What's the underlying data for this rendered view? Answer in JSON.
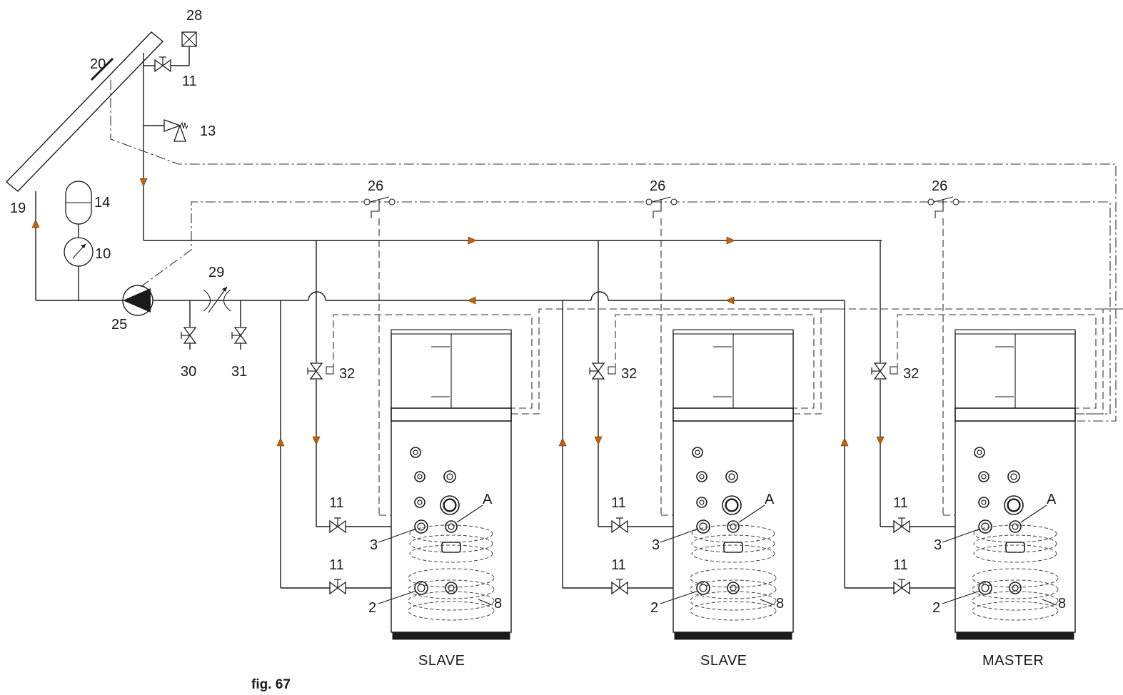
{
  "labels": {
    "collector": "19",
    "collector_sensor": "20",
    "air_vent": "28",
    "top_valve": "11",
    "safety_valve": "13",
    "expansion_vessel": "14",
    "pressure_gauge": "10",
    "pump": "25",
    "flow_regulator": "29",
    "fill_valve": "30",
    "drain_valve": "31"
  },
  "units": [
    {
      "role": "SLAVE",
      "thermostat": "26",
      "diverter_valve": "32",
      "upper_valve": "11",
      "lower_valve": "11",
      "upper_port": "3",
      "sensor_port": "A",
      "lower_port": "2",
      "coil": "8"
    },
    {
      "role": "SLAVE",
      "thermostat": "26",
      "diverter_valve": "32",
      "upper_valve": "11",
      "lower_valve": "11",
      "upper_port": "3",
      "sensor_port": "A",
      "lower_port": "2",
      "coil": "8"
    },
    {
      "role": "MASTER",
      "thermostat": "26",
      "diverter_valve": "32",
      "upper_valve": "11",
      "lower_valve": "11",
      "upper_port": "3",
      "sensor_port": "A",
      "lower_port": "2",
      "coil": "8"
    }
  ],
  "figure": "fig. 67"
}
